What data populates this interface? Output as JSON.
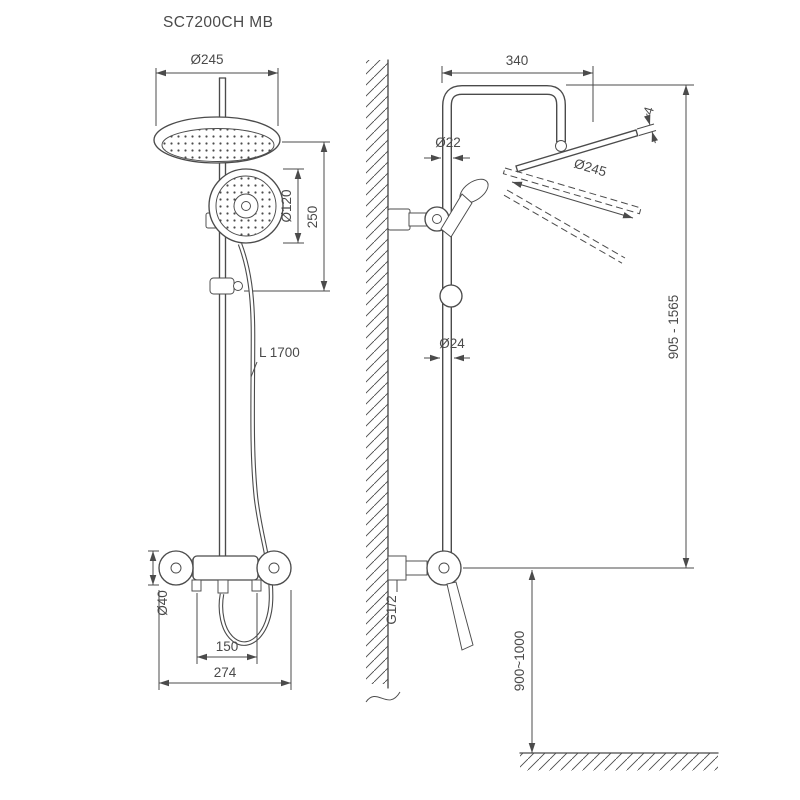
{
  "title": "SC7200CH MB",
  "colors": {
    "line": "#4b4b4b",
    "text": "#4a4a4a",
    "background": "#ffffff"
  },
  "front_view": {
    "head_diameter": "Ø245",
    "hand_shower_diameter": "Ø120",
    "head_to_hand_offset": "250",
    "hose_length": "L 1700",
    "handle_diameter": "Ø40",
    "inlet_spacing": "150",
    "valve_width": "274"
  },
  "side_view": {
    "arm_reach": "340",
    "upper_pipe_diameter": "Ø22",
    "head_thickness": "4",
    "head_diameter": "Ø245",
    "column_diameter": "Ø24",
    "column_height_range": "905 - 1565",
    "thread": "G1/2",
    "mounting_height": "900~1000"
  }
}
